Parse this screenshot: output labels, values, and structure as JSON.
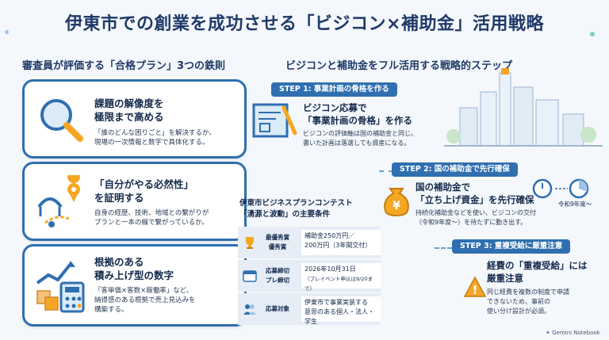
{
  "title": "伊東市での創業を成功させる「ビジコン×補助金」活用戦略",
  "left": {
    "heading": "審査員が評価する「合格プラン」3つの鉄則",
    "cards": [
      {
        "title1": "課題の解像度を",
        "title2": "極限まで高める",
        "desc1": "「誰のどんな困りごと」を解決するか、",
        "desc2": "現場の一次情報と数字で具体化する。",
        "desc3": "",
        "icon": "magnifier-icon"
      },
      {
        "title1": "「自分がやる必然性」",
        "title2": "を証明する",
        "desc1": "自身の経歴、技術、地域との繋がりが",
        "desc2": "プランと一本の線で繋がっているか。",
        "desc3": "",
        "icon": "map-route-icon"
      },
      {
        "title1": "根拠のある",
        "title2": "積み上げ型の数字",
        "desc1": "「客単価×客数×稼働率」など、",
        "desc2": "納得感のある根拠で売上見込みを",
        "desc3": "構築する。",
        "icon": "calculator-chart-icon"
      }
    ]
  },
  "right": {
    "heading": "ビジコンと補助金をフル活用する戦略的ステップ",
    "step1": {
      "label": "STEP 1: 事業計画の骨格を作る",
      "title1": "ビジコン応募で",
      "title2": "「事業計画の骨格」を作る",
      "desc1": "ビジコンの評価軸は国の補助金と同じ。",
      "desc2": "書いた計画は落選しても資産になる。"
    },
    "step2": {
      "label": "STEP 2: 国の補助金で先行確保",
      "title1": "国の補助金で",
      "title2": "「立ち上げ資金」を先行確保",
      "desc1": "持続化補助金などを使い、ビジコンの交付",
      "desc2": "（令和9年度〜）を待たずに動き出す。",
      "timer_label": "令和9年度〜",
      "coin": "¥"
    },
    "step3": {
      "label": "STEP 3: 重複受給に厳重注意",
      "title1": "経費の「重複受給」には",
      "title2": "厳重注意",
      "desc1": "同じ経費を複数の制度で申請",
      "desc2": "できないため、事前の",
      "desc3": "使い分け設計が必須。",
      "warn": "!"
    }
  },
  "contest": {
    "title1": "伊東市ビジネスプランコンテスト",
    "title2": "「湧源と波動」の主要条件",
    "rows": [
      {
        "label1": "最優秀賞",
        "label2": "優秀賞",
        "value1": "補助金250万円／",
        "value2": "200万円（3年間交付）"
      },
      {
        "label1": "応募締切",
        "label2": "プレ締切",
        "value1": "2026年10月31日",
        "value2": "（プレイベント申込は9/20まで）"
      },
      {
        "label1": "応募対象",
        "label2": "",
        "value1": "伊東市で事業実装する",
        "value2": "意思のある個人・法人・学生"
      }
    ]
  },
  "footer": {
    "brand": "Gemini Notebook"
  },
  "colors": {
    "primary": "#2f6fb0",
    "navy": "#1f3a68",
    "accent": "#f5a623",
    "background": "#f4f7fb"
  }
}
